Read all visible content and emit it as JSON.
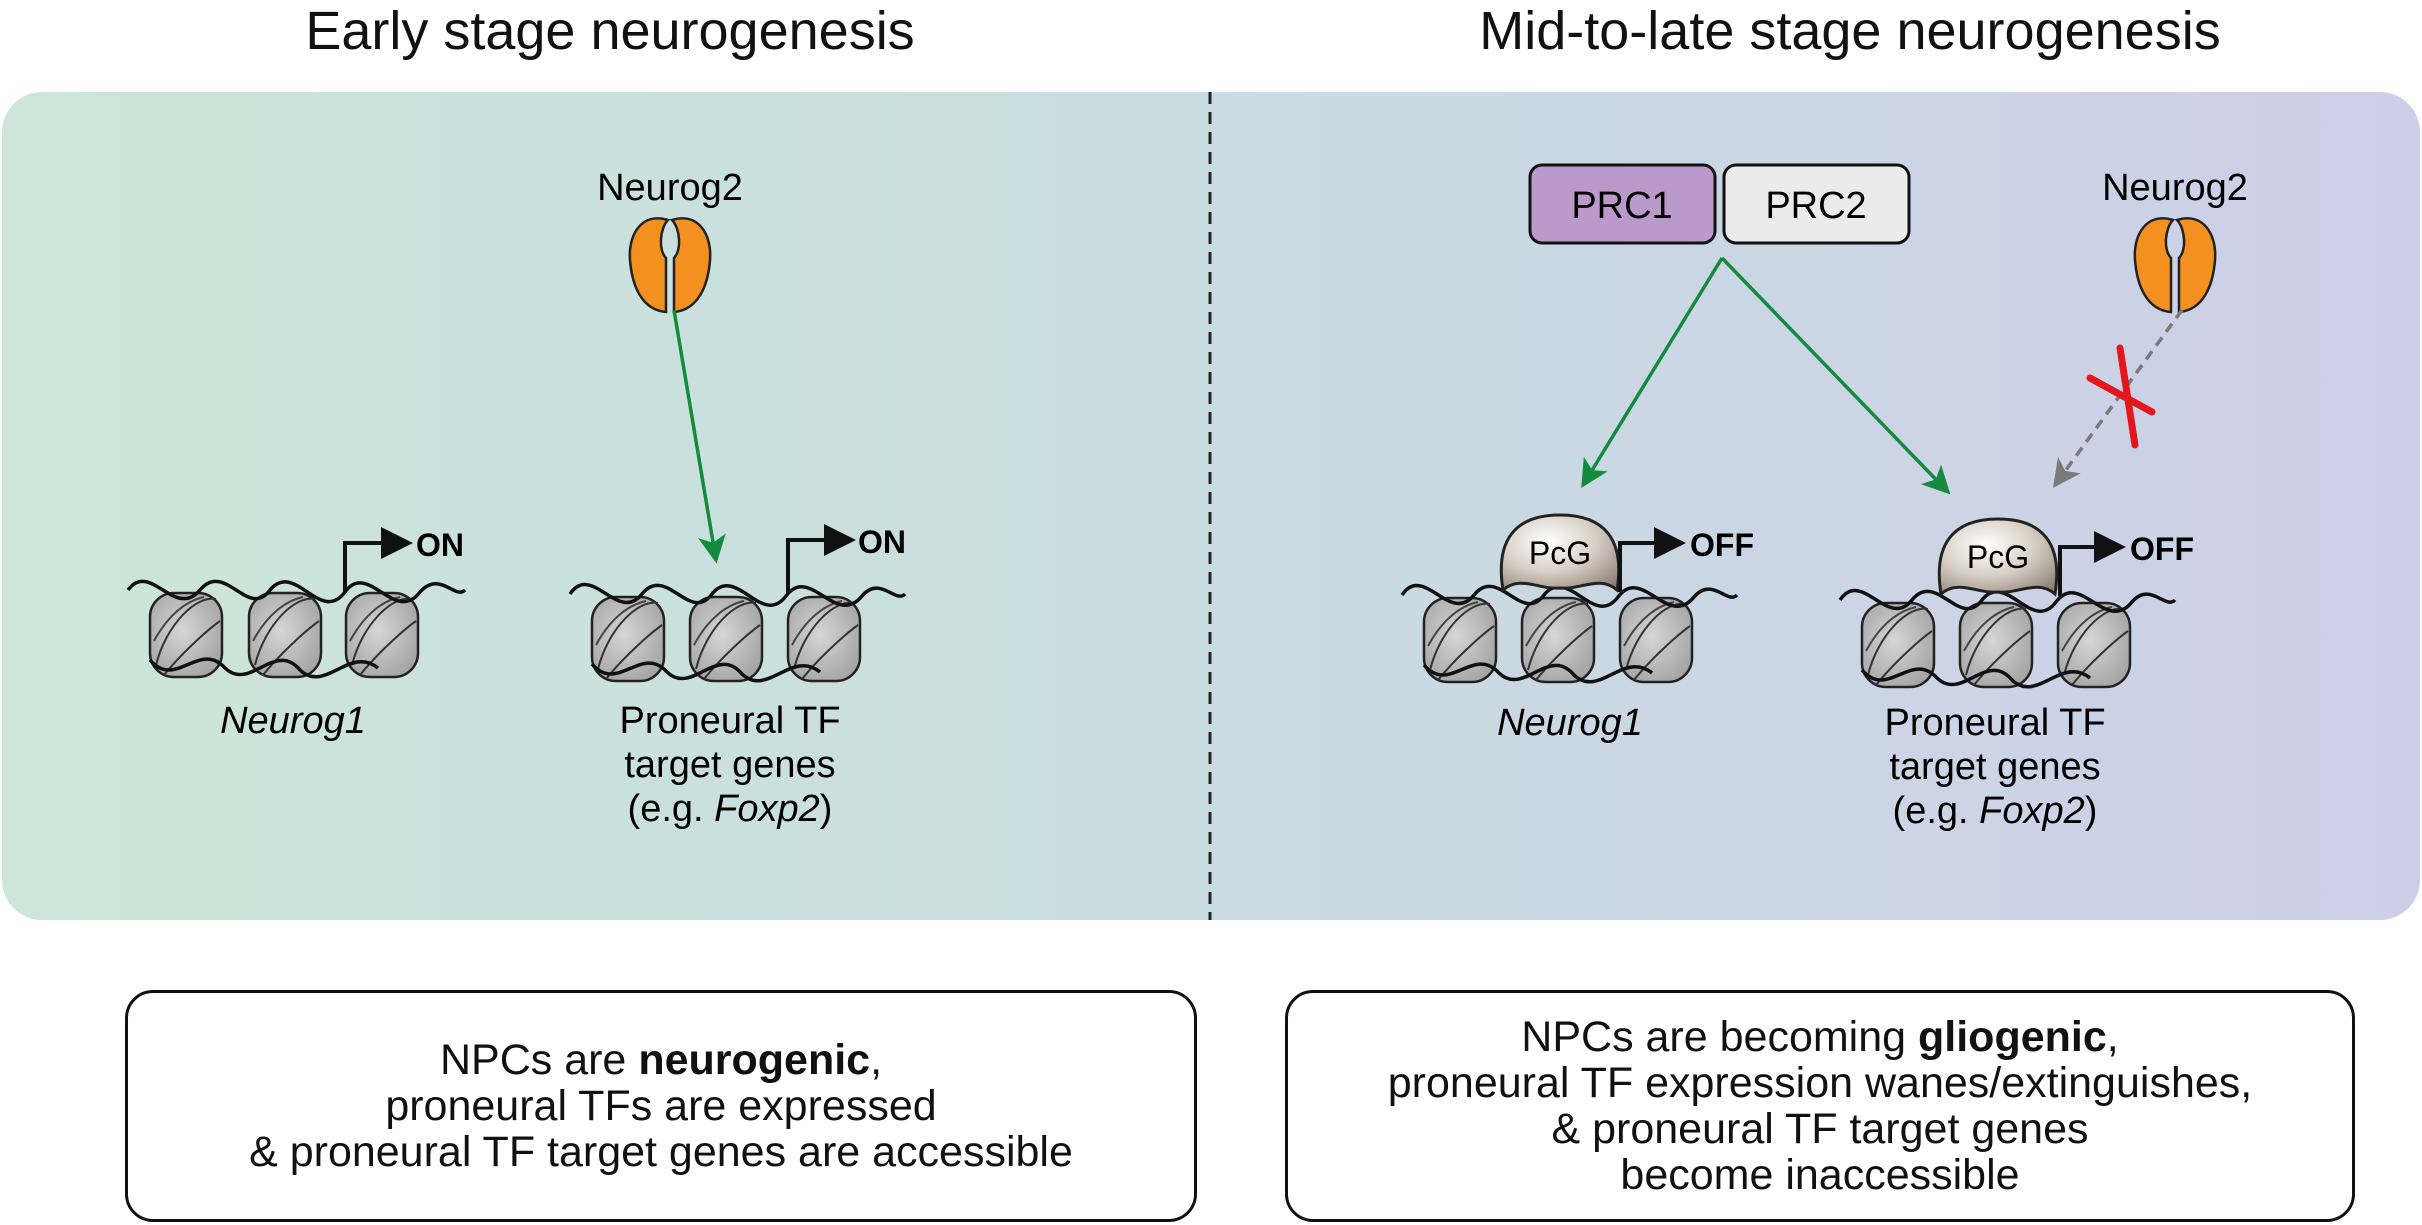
{
  "panels": {
    "left": {
      "heading": "Early stage neurogenesis",
      "factor": "Neurog2",
      "genes": [
        {
          "name": "Neurog1",
          "state": "ON"
        },
        {
          "name_lines": [
            "Proneural TF",
            "target genes"
          ],
          "example_prefix": "(e.g. ",
          "example_gene": "Foxp2",
          "example_suffix": ")",
          "state": "ON"
        }
      ],
      "caption": {
        "line1_prefix": "NPCs are ",
        "line1_bold": "neurogenic",
        "line1_suffix": ",",
        "lines": [
          "proneural TFs are expressed",
          "& proneural TF target genes are accessible"
        ]
      }
    },
    "right": {
      "heading": "Mid-to-late stage neurogenesis",
      "complexes": [
        "PRC1",
        "PRC2"
      ],
      "factor": "Neurog2",
      "repressor": "PcG",
      "genes": [
        {
          "name": "Neurog1",
          "state": "OFF"
        },
        {
          "name_lines": [
            "Proneural TF",
            "target genes"
          ],
          "example_prefix": "(e.g. ",
          "example_gene": "Foxp2",
          "example_suffix": ")",
          "state": "OFF"
        }
      ],
      "caption": {
        "line1_prefix": "NPCs are becoming ",
        "line1_bold": "gliogenic",
        "line1_suffix": ",",
        "lines": [
          "proneural TF expression wanes/extinguishes,",
          "& proneural TF target genes",
          "become inaccessible"
        ]
      }
    }
  },
  "colors": {
    "left_bg": "#cde6d9",
    "right_bg": "#cccfe6",
    "neurog2": "#f4901f",
    "prc1": "#bb9acb",
    "prc2": "#ebebeb",
    "activation_arrow": "#138a3d",
    "blocked_arrow": "#7a7a7a",
    "block_mark": "#e3161b",
    "nucleosome": "#b9b9b9",
    "pcg": "#c9c0b6"
  }
}
